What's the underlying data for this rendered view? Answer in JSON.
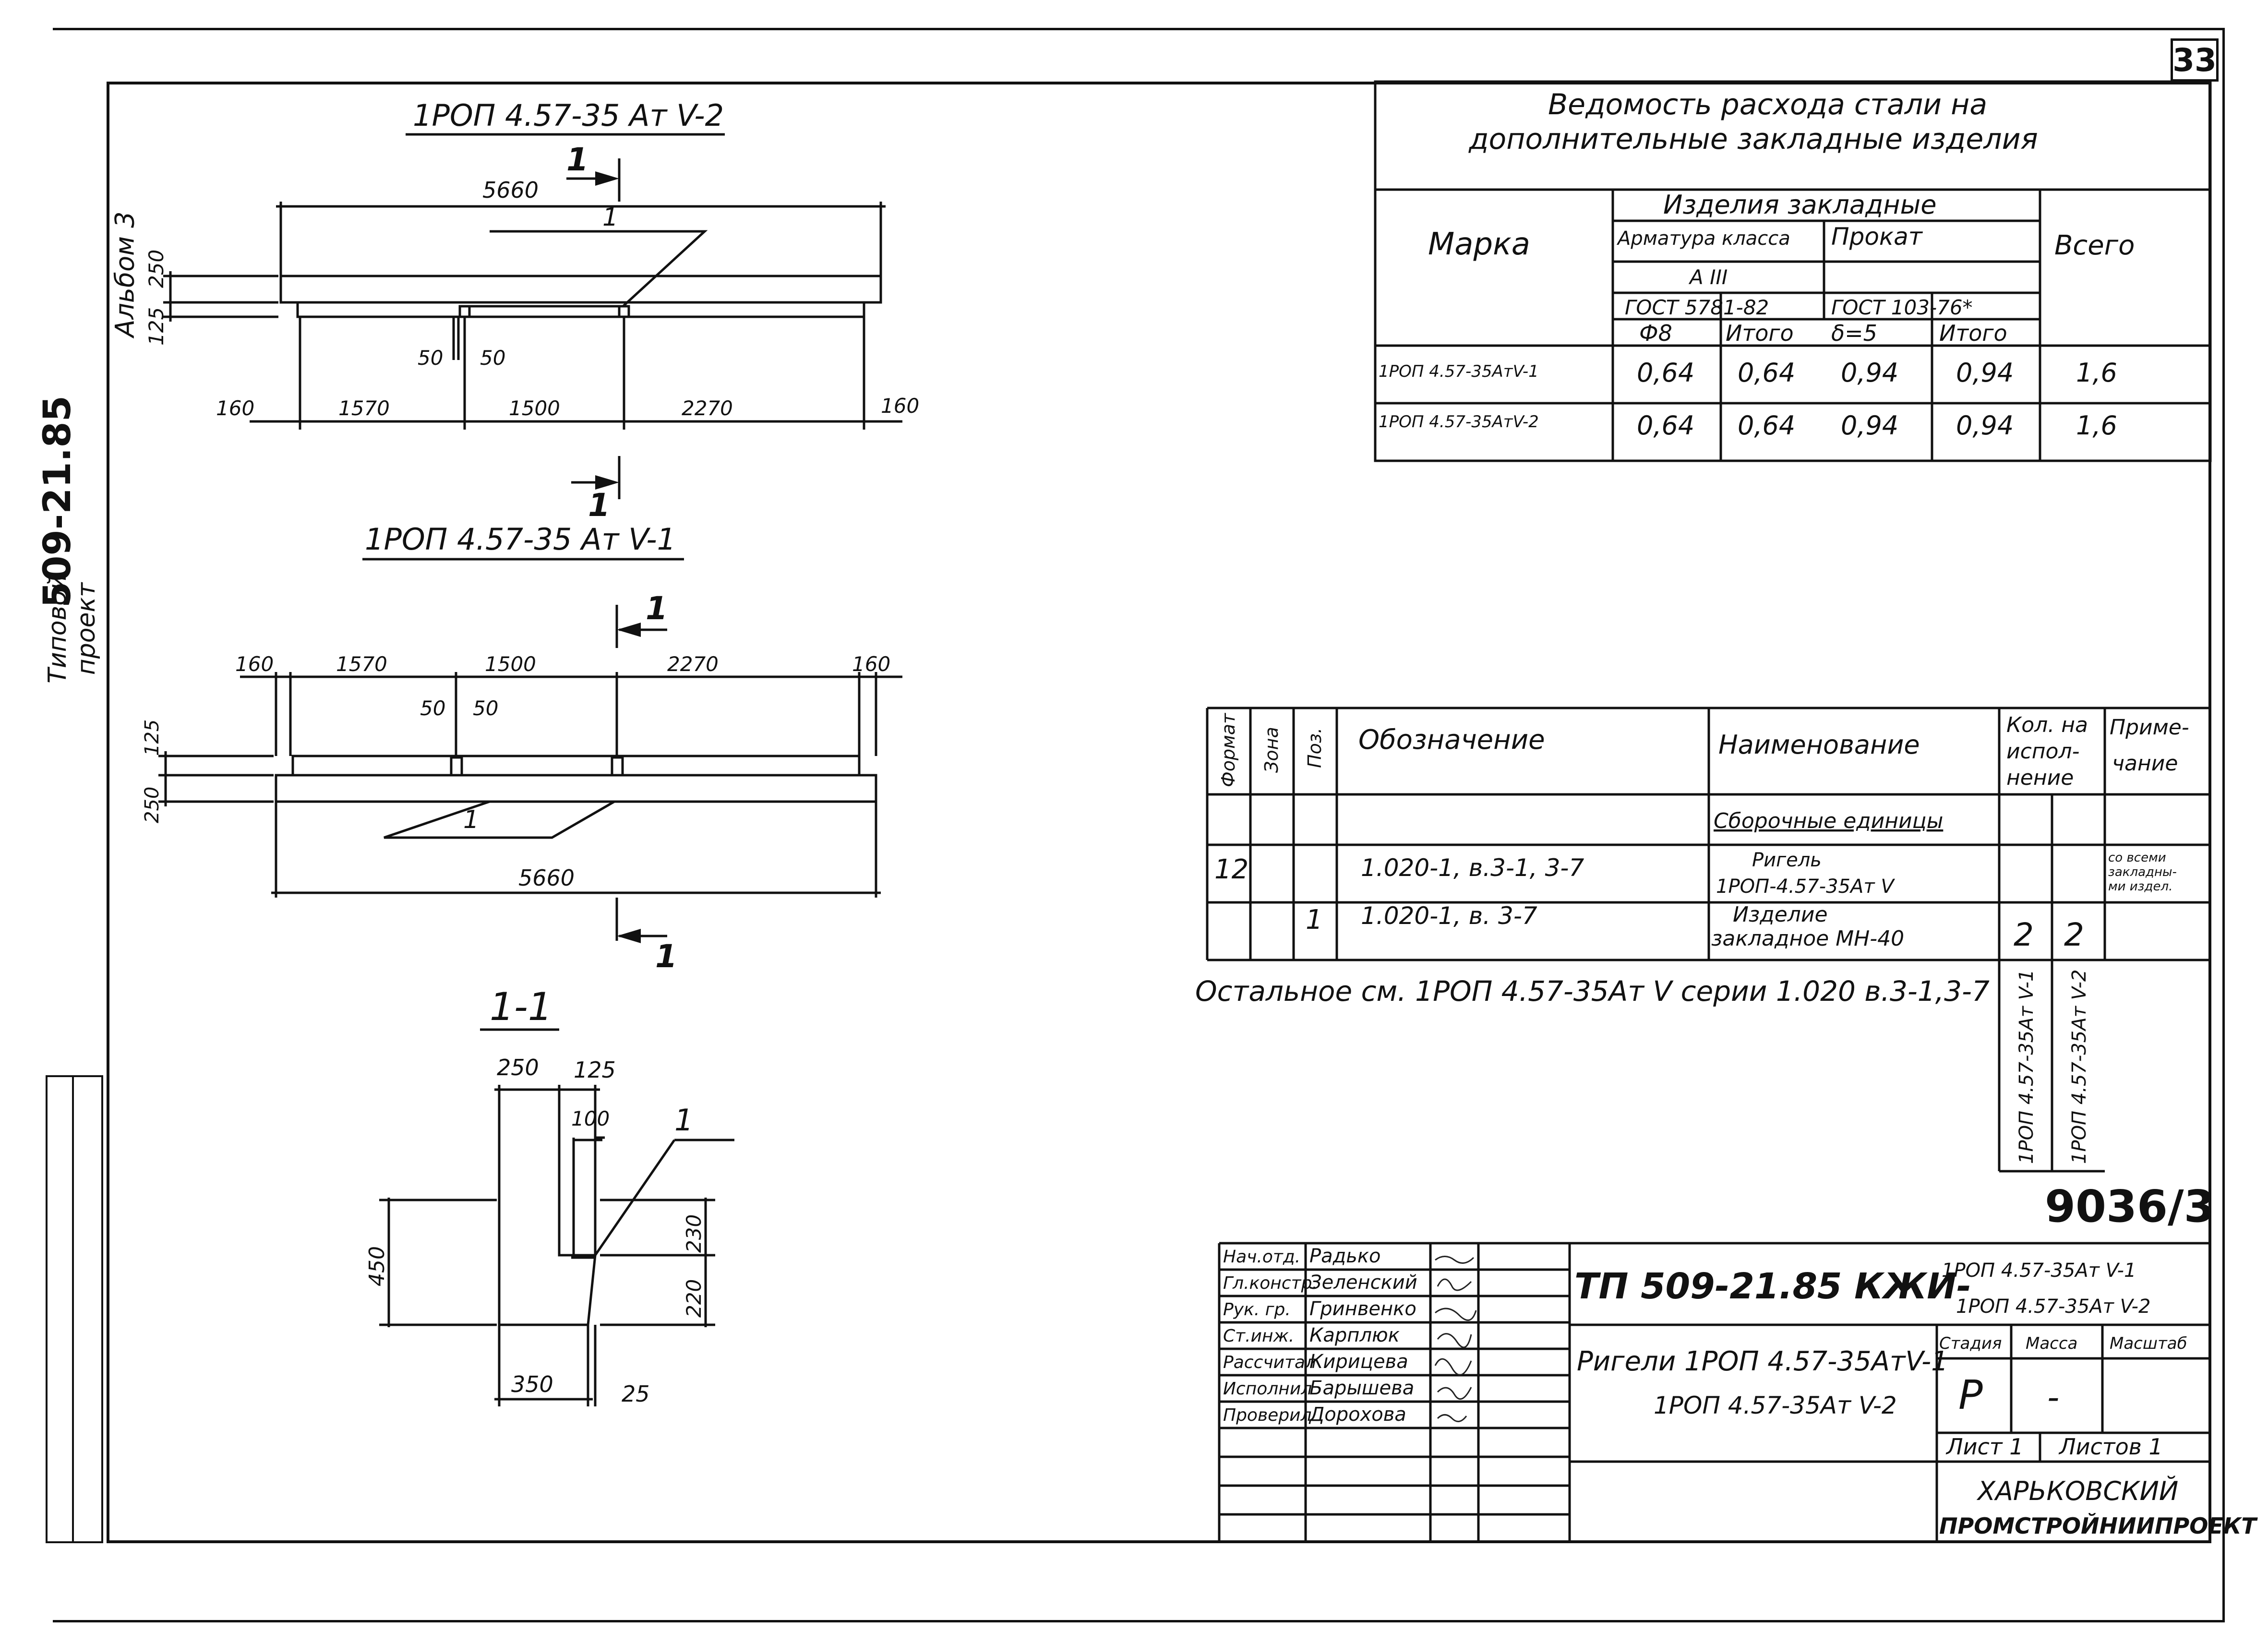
{
  "sheet": {
    "page_number": "33",
    "sheet_code": "9036/3",
    "side_series": "509-21.85",
    "side_album": "Альбом 3",
    "side_project": "Типовой проект"
  },
  "drawing": {
    "view_top_title": "1РОП 4.57-35 Ат V-2",
    "view_bottom_title": "1РОП 4.57-35 Ат V-1",
    "section_title": "1-1",
    "section_mark": "1",
    "part_label": "1",
    "dim_5660": "5660",
    "dim_250": "250",
    "dim_125": "125",
    "dim_50": "50",
    "dim_160": "160",
    "dim_1570": "1570",
    "dim_1500": "1500",
    "dim_2270": "2270",
    "dim_100": "100",
    "dim_450": "450",
    "dim_230": "230",
    "dim_220": "220",
    "dim_350": "350",
    "dim_25": "25"
  },
  "steel_table": {
    "title_line1": "Ведомость расхода стали на",
    "title_line2": "дополнительные закладные изделия",
    "col_mark": "Марка",
    "col_group": "Изделия закладные",
    "col_rebar": "Арматура класса",
    "col_rolled": "Прокат",
    "col_total": "Всего",
    "rebar_class": "А III",
    "rebar_gost": "ГОСТ 5781-82",
    "rolled_gost": "ГОСТ 103-76*",
    "sub_phi": "Ф8",
    "sub_itogo1": "Итого",
    "sub_delta": "δ=5",
    "sub_itogo2": "Итого",
    "rows": [
      {
        "mark": "1РОП 4.57-35АтV-1",
        "a": "0,64",
        "b": "0,64",
        "c": "0,94",
        "d": "0,94",
        "total": "1,6"
      },
      {
        "mark": "1РОП 4.57-35АтV-2",
        "a": "0,64",
        "b": "0,64",
        "c": "0,94",
        "d": "0,94",
        "total": "1,6"
      }
    ]
  },
  "spec_table": {
    "h_format": "Формат",
    "h_zone": "Зона",
    "h_pos": "Поз.",
    "h_designation": "Обозначение",
    "h_name": "Наименование",
    "h_qty1": "Кол. на",
    "h_qty2": "испол-",
    "h_qty3": "нение",
    "h_note1": "Приме-",
    "h_note2": "чание",
    "section_heading": "Сборочные единицы",
    "row1": {
      "format": "12",
      "designation": "1.020-1, в.3-1, 3-7",
      "name1": "Ригель",
      "name2": "1РОП-4.57-35Ат V",
      "note1": "со всеми",
      "note2": "закладны-",
      "note3": "ми издел."
    },
    "row2": {
      "pos": "1",
      "designation": "1.020-1, в. 3-7",
      "name1": "Изделие",
      "name2": "закладное МН-40",
      "q1": "2",
      "q2": "2"
    },
    "exec1": "1РОП 4.57-35Ат V-1",
    "exec2": "1РОП 4.57-35Ат V-2",
    "note_text": "Остальное см. 1РОП 4.57-35Ат V серии 1.020 в.3-1,3-7"
  },
  "title_block": {
    "roles": [
      "Нач.отд.",
      "Гл.констр.",
      "Рук. гр.",
      "Ст.инж.",
      "Рассчитал",
      "Исполнил",
      "Проверил"
    ],
    "names": [
      "Радько",
      "Зеленский",
      "Гринвенко",
      "Карплюк",
      "Кирицева",
      "Барышева",
      "Дорохова"
    ],
    "doc_code": "ТП 509-21.85 КЖИ-",
    "doc_variant1": "1РОП 4.57-35Ат V-1",
    "doc_variant2": "1РОП 4.57-35Ат V-2",
    "name_line1": "Ригели 1РОП 4.57-35АтV-1",
    "name_line2": "1РОП 4.57-35Ат V-2",
    "h_stage": "Стадия",
    "h_mass": "Масса",
    "h_scale": "Масштаб",
    "stage": "Р",
    "mass": "-",
    "sheet": "Лист 1",
    "sheets": "Листов 1",
    "org1": "ХАРЬКОВСКИЙ",
    "org2": "ПРОМСТРОЙНИИПРОЕКТ"
  }
}
